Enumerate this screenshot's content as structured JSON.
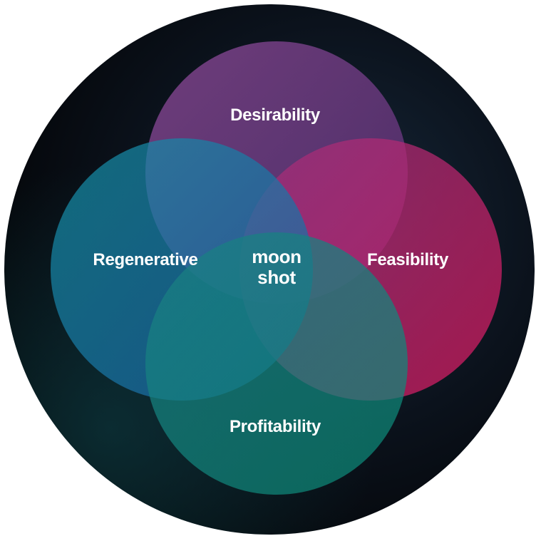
{
  "diagram": {
    "type": "venn",
    "sets": [
      {
        "id": "desirability",
        "label": "Desirability",
        "color": "#7a3f8e"
      },
      {
        "id": "feasibility",
        "label": "Feasibility",
        "color": "#d21f6b"
      },
      {
        "id": "profitability",
        "label": "Profitability",
        "color": "#0f8a7e"
      },
      {
        "id": "regenerative",
        "label": "Regenerative",
        "color": "#1b78a8"
      }
    ],
    "center": {
      "line1": "moon",
      "line2": "shot"
    },
    "background_color": "#06080d"
  }
}
